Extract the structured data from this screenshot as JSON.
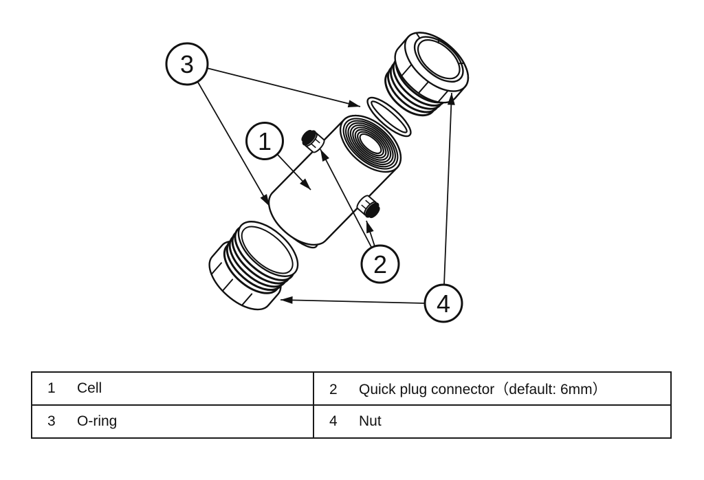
{
  "figure": {
    "type": "exploded-view-assembly-diagram",
    "callouts": [
      {
        "number": "1"
      },
      {
        "number": "2"
      },
      {
        "number": "3"
      },
      {
        "number": "4"
      }
    ]
  },
  "legend": {
    "cells": [
      {
        "number": "1",
        "label": "Cell"
      },
      {
        "number": "2",
        "label": "Quick plug connector（default: 6mm）"
      },
      {
        "number": "3",
        "label": "O-ring"
      },
      {
        "number": "4",
        "label": "Nut"
      }
    ]
  },
  "colors": {
    "ink": "#111111",
    "background": "#ffffff"
  }
}
